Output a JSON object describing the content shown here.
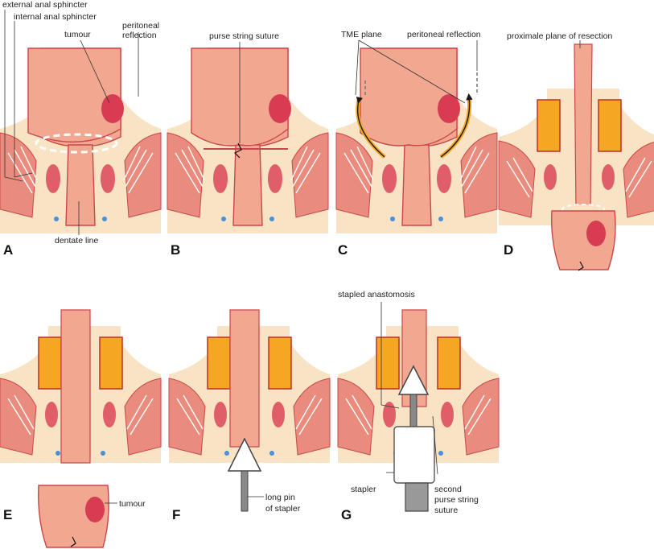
{
  "colors": {
    "skin": "#f8e3c4",
    "tissue": "#f2a890",
    "tissue_dark": "#e07f6a",
    "outline": "#c9474a",
    "muscle": "#e98b7d",
    "tumour": "#d83c52",
    "mesorectum_fill": "#f5a623",
    "mesorectum_edge": "#b8322a",
    "stapler": "#cccccc",
    "leader": "#333333",
    "tme_arrow": "#1a1a1a",
    "dashed": "#ffffff"
  },
  "panels": [
    {
      "id": "A",
      "letter": "A",
      "labels": {
        "external": "external anal sphincter",
        "internal": "internal anal sphincter",
        "tumour": "tumour",
        "peritoneal_1": "peritoneal",
        "peritoneal_2": "reflection",
        "dentate": "dentate line"
      }
    },
    {
      "id": "B",
      "letter": "B",
      "labels": {
        "purse": "purse string suture"
      }
    },
    {
      "id": "C",
      "letter": "C",
      "labels": {
        "tme": "TME plane",
        "peritoneal": "peritoneal reflection"
      }
    },
    {
      "id": "D",
      "letter": "D",
      "labels": {
        "proximal": "proximale plane of resection"
      }
    },
    {
      "id": "E",
      "letter": "E",
      "labels": {
        "tumour": "tumour"
      }
    },
    {
      "id": "F",
      "letter": "F",
      "labels": {
        "pin_1": "long pin",
        "pin_2": "of stapler"
      }
    },
    {
      "id": "G",
      "letter": "G",
      "labels": {
        "anastomosis": "stapled anastomosis",
        "stapler": "stapler",
        "second_1": "second",
        "second_2": "purse string",
        "second_3": "suture"
      }
    }
  ]
}
